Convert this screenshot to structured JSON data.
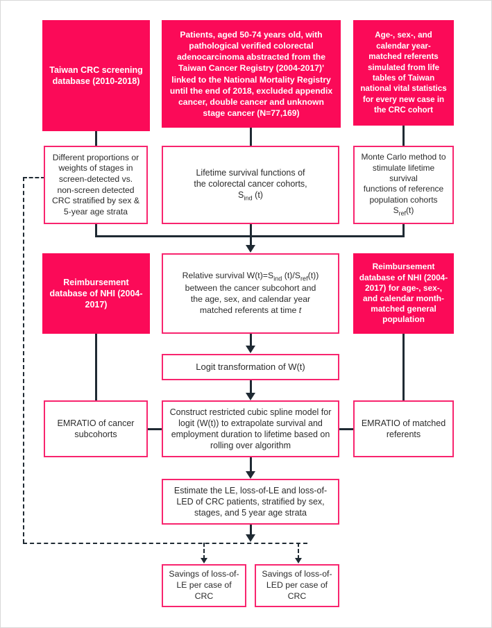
{
  "diagram": {
    "title": "CRC screening lifetime survival and loss-of-LE flowchart",
    "colors": {
      "accent_fill": "#fb0a58",
      "accent_border": "#f8246e",
      "connector": "#1f2a33",
      "page_border": "#d8d8d8",
      "text_dark": "#2b2b2b",
      "text_light": "#ffffff"
    },
    "nodes": {
      "taiwan_crc_screening_db": "Taiwan CRC screening database (2010-2018)",
      "patients_cohort": "Patients, aged 50-74 years old, with pathological verified colorectal adenocarcinoma abstracted from the Taiwan Cancer Registry (2004-2017)' linked to the National Mortality Registry until the end of 2018, excluded appendix cancer, double cancer and unknown stage cancer (N=77,169)",
      "matched_referents_sim": "Age-, sex-, and calendar year- matched referents simulated from life tables of Taiwan national vital statistics for every new case in the CRC cohort",
      "different_proportions": "Different proportions or weights of stages in screen-detected vs. non-screen detected CRC stratified by sex & 5-year age strata",
      "lifetime_survival_line1": "Lifetime survival functions of",
      "lifetime_survival_line2": "the colorectal cancer cohorts,",
      "lifetime_survival_line3_base": "S",
      "lifetime_survival_line3_sub": "ind",
      "lifetime_survival_line3_tail": " (t)",
      "monte_carlo_line1": "Monte Carlo method to",
      "monte_carlo_line2": "stimulate lifetime survival",
      "monte_carlo_line3": "functions of reference",
      "monte_carlo_line4_a": "population cohorts S",
      "monte_carlo_line4_sub": "ref",
      "monte_carlo_line4_b": "(t)",
      "reimbursement_nhi": "Reimbursement database of NHI (2004-2017)",
      "relative_survival_l1_a": "Relative survival W(t)=S",
      "relative_survival_l1_sub1": "ind",
      "relative_survival_l1_b": " (t)/S",
      "relative_survival_l1_sub2": "ref",
      "relative_survival_l1_c": "(t))",
      "relative_survival_l2": "between the cancer subcohort and",
      "relative_survival_l3": "the age, sex, and calendar year",
      "relative_survival_l4_a": "matched referents at time ",
      "relative_survival_l4_i": "t",
      "reimbursement_nhi_general": "Reimbursement database of NHI (2004-2017) for age-, sex-, and calendar month- matched general population",
      "logit_transformation": "Logit transformation of W(t)",
      "emratio_cancer_subcohorts": "EMRATIO of cancer subcohorts",
      "construct_spline": "Construct restricted cubic spline model for logit (W(t)) to extrapolate survival and employment duration to lifetime based on rolling over algorithm",
      "emratio_matched_referents": "EMRATIO of matched referents",
      "estimate_le": "Estimate the LE, loss-of-LE and loss-of-LED of CRC patients, stratified by sex, stages, and 5 year age strata",
      "savings_loss_le": "Savings of loss-of-LE per case of CRC",
      "savings_loss_led": "Savings of loss-of-LED per case of CRC"
    }
  }
}
